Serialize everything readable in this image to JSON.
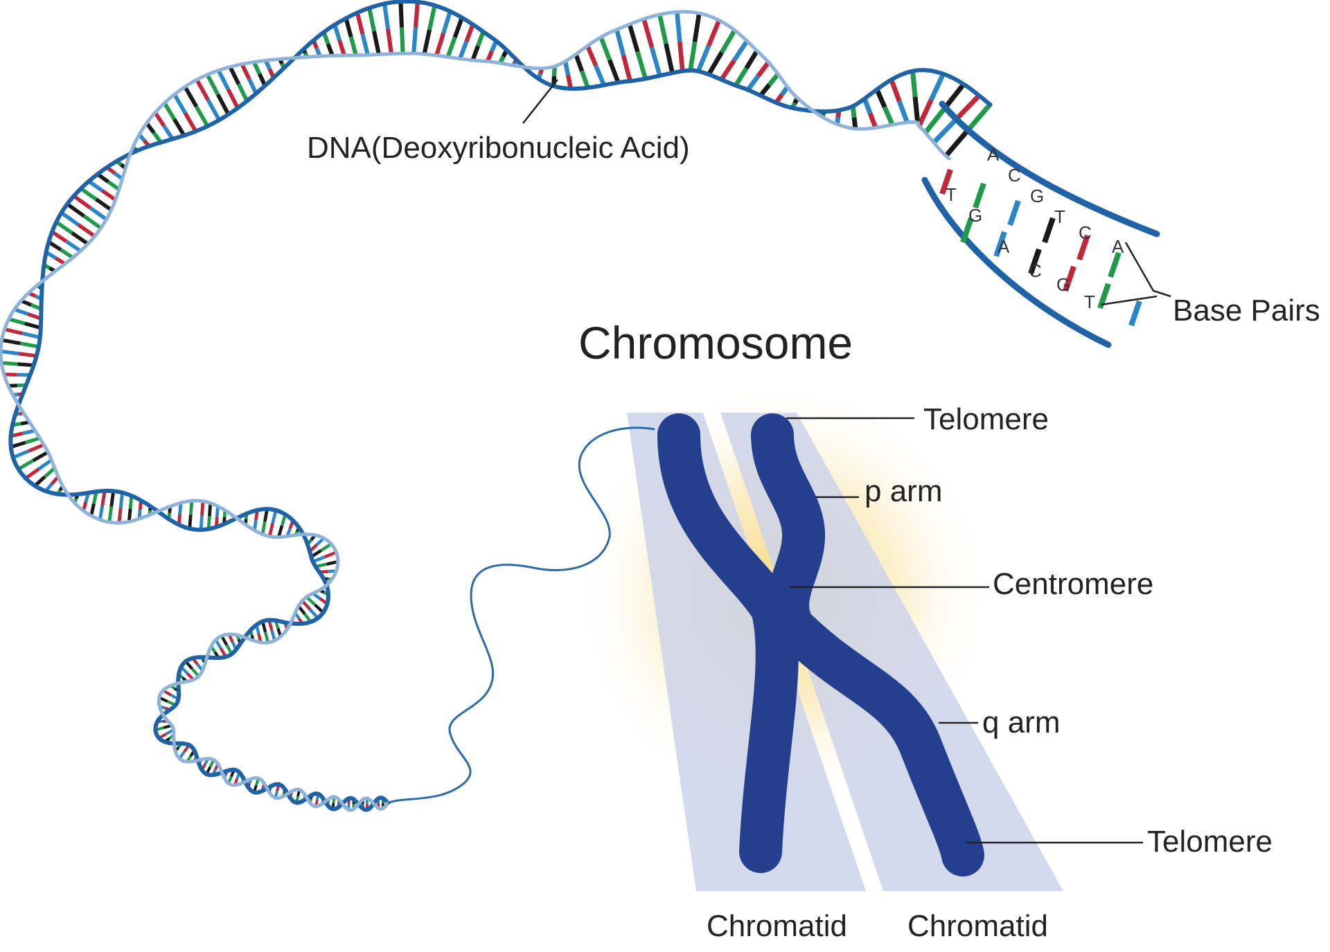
{
  "labels": {
    "dna": "DNA(Deoxyribonucleic Acid)",
    "base_pairs": "Base Pairs",
    "chromosome": "Chromosome",
    "telomere_top": "Telomere",
    "p_arm": "p arm",
    "centromere": "Centromere",
    "q_arm": "q arm",
    "telomere_bottom": "Telomere",
    "chromatid_left": "Chromatid",
    "chromatid_right": "Chromatid"
  },
  "bases": [
    "A",
    "C",
    "G",
    "T",
    "C",
    "A",
    "T",
    "G",
    "C",
    "A",
    "G",
    "T"
  ],
  "colors": {
    "strand": "#1f63a6",
    "chromosome": "#253f8f",
    "base_red": "#c0283a",
    "base_green": "#1e9a48",
    "base_blue": "#2a86c8",
    "base_black": "#1a1a1a",
    "chromatid_band": "#d3d9ec",
    "glow": "#f3d57e"
  }
}
